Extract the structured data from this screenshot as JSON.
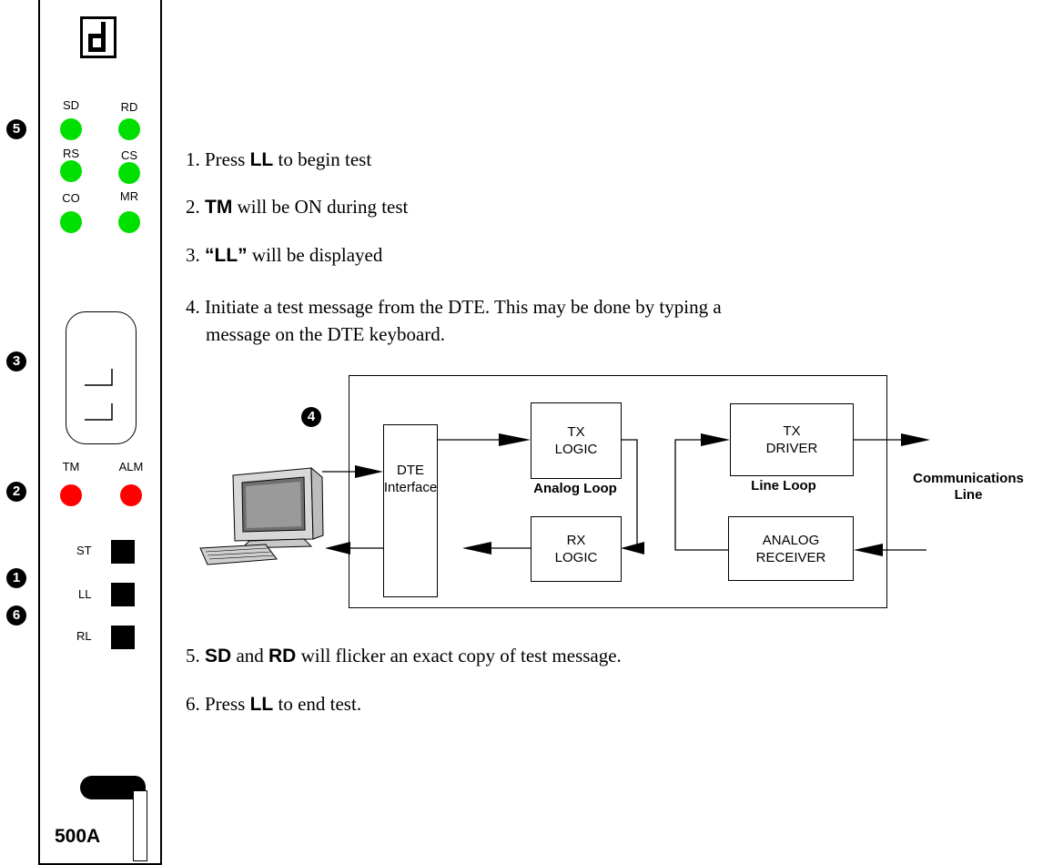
{
  "panel": {
    "logo_glyph": "d",
    "leds": [
      {
        "label": "SD",
        "color": "#00e000"
      },
      {
        "label": "RD",
        "color": "#00e000"
      },
      {
        "label": "RS",
        "color": "#00e000"
      },
      {
        "label": "CS",
        "color": "#00e000"
      },
      {
        "label": "CO",
        "color": "#00e000"
      },
      {
        "label": "MR",
        "color": "#00e000"
      }
    ],
    "alarm_leds": [
      {
        "label": "TM",
        "color": "#ff0000"
      },
      {
        "label": "ALM",
        "color": "#ff0000"
      }
    ],
    "buttons": [
      "ST",
      "LL",
      "RL"
    ],
    "model": "500A"
  },
  "callouts": {
    "c5": "5",
    "c3": "3",
    "c2": "2",
    "c1": "1",
    "c6": "6",
    "c4": "4"
  },
  "steps": {
    "s1": {
      "num": "1. Press ",
      "key": "LL",
      "rest": " to begin test"
    },
    "s2": {
      "num": "2. ",
      "key": "TM",
      "rest": " will be ON during test"
    },
    "s3": {
      "num": "3. ",
      "key": "“LL”",
      "rest": " will be displayed"
    },
    "s4_line1": "4. Initiate a test message from the DTE.  This may be done by typing a",
    "s4_line2": "message on the DTE keyboard.",
    "s5": {
      "num": "5. ",
      "key1": "SD",
      "mid": " and ",
      "key2": "RD",
      "rest": " will flicker an exact copy of test message."
    },
    "s6": {
      "num": "6. Press ",
      "key": "LL",
      "rest": " to end test."
    }
  },
  "diagram": {
    "dte_interface_1": "DTE",
    "dte_interface_2": "Interface",
    "tx_logic_1": "TX",
    "tx_logic_2": "LOGIC",
    "rx_logic_1": "RX",
    "rx_logic_2": "LOGIC",
    "tx_driver_1": "TX",
    "tx_driver_2": "DRIVER",
    "analog_receiver_1": "ANALOG",
    "analog_receiver_2": "RECEIVER",
    "analog_loop": "Analog Loop",
    "line_loop": "Line Loop",
    "comm_line_1": "Communications",
    "comm_line_2": "Line"
  }
}
